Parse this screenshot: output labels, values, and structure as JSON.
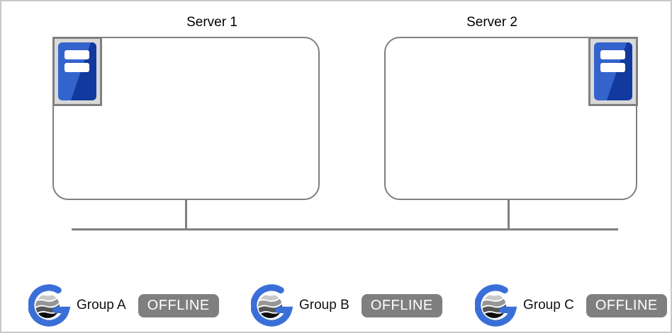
{
  "servers": [
    {
      "name": "Server 1",
      "icon": "server-tower-icon"
    },
    {
      "name": "Server 2",
      "icon": "server-tower-icon"
    }
  ],
  "groups": [
    {
      "name": "Group A",
      "status": "OFFLINE",
      "icon": "globe-g-icon"
    },
    {
      "name": "Group B",
      "status": "OFFLINE",
      "icon": "globe-g-icon"
    },
    {
      "name": "Group C",
      "status": "OFFLINE",
      "icon": "globe-g-icon"
    }
  ],
  "colors": {
    "canvas_border": "#c9c9c9",
    "line_gray": "#7f7f7f",
    "frame_bg": "#d9d9d9",
    "frame_border": "#808080",
    "server_blue_light": "#3363cd",
    "server_blue_dark": "#123a9e",
    "ring_blue": "#3a6fd8",
    "badge_bg": "#7f7f7f",
    "badge_text": "#ffffff",
    "label_color": "#000000"
  }
}
